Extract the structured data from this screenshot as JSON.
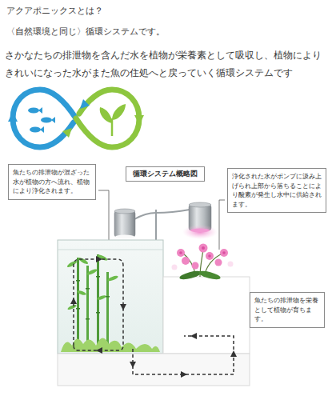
{
  "diagram": {
    "title": "アクアポニックスとは？",
    "nodes": [
      {
        "text": [
          "循環システム概略図"
        ]
      },
      {
        "text": [
          "魚たちの排泄物が混ざった水が植物の方へ流れ、植物により浄化されます。"
        ]
      },
      {
        "text": [
          "浄化された水がポンプに汲み上げられ上部から落ちることにより酸素が発生し水中に供給されます。"
        ]
      },
      {
        "text": [
          "魚たちの排泄物を栄養として植物が育ちます。"
        ]
      }
    ],
    "labels": [
      "〈自然環境と同じ〉循環システムです。",
      "さかなたちの排泄物を含んだ水を植物が栄養素として吸収し、植物によりきれいになった水がまた魚の住処へと戻っていく循環システムです"
    ]
  }
}
